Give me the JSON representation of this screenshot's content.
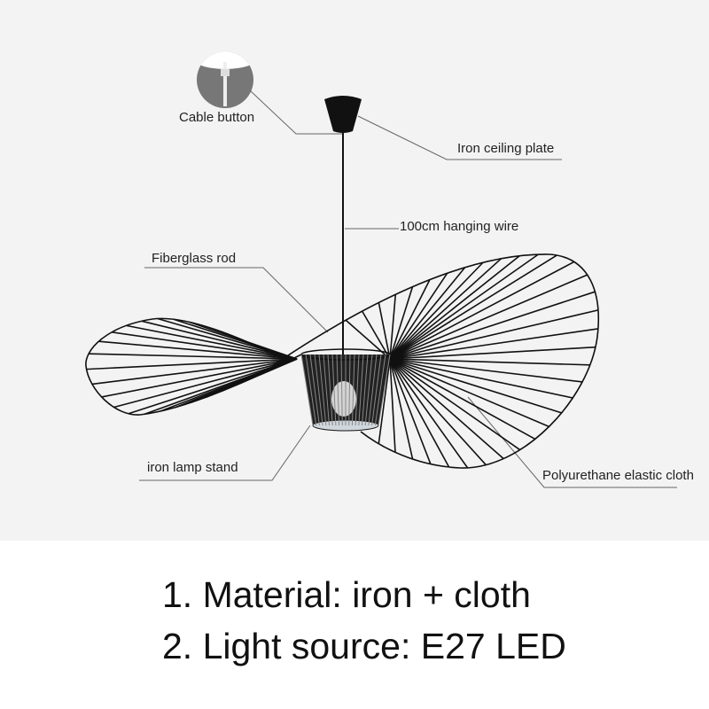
{
  "labels": {
    "cable_button": "Cable button",
    "ceiling_plate": "Iron ceiling plate",
    "hanging_wire": "100cm hanging wire",
    "fiberglass_rod": "Fiberglass rod",
    "lamp_stand": "iron lamp stand",
    "elastic_cloth": "Polyurethane elastic cloth"
  },
  "specs": {
    "material": "1. Material: iron + cloth",
    "light_source": "2. Light source: E27 LED"
  }
}
